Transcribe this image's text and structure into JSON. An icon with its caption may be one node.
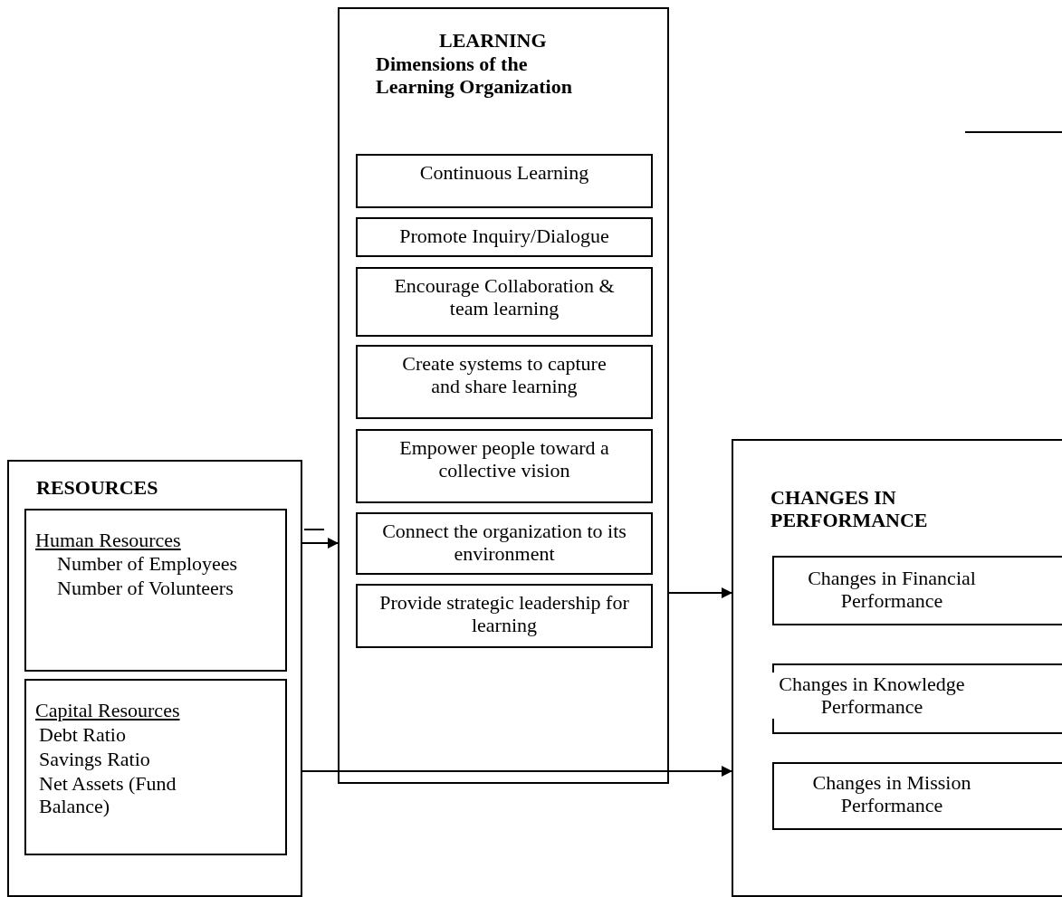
{
  "diagram": {
    "nodes": [
      {
        "text": [
          "RESOURCES"
        ]
      },
      {
        "text": [
          "Human Resources",
          "Number of Employees",
          "Number of Volunteers"
        ],
        "in": 0
      },
      {
        "text": [
          "Capital Resources",
          "Debt Ratio",
          "Savings Ratio",
          "Net Assets (Fund Balance)"
        ],
        "in": 0
      },
      {
        "text": [
          "LEARNING",
          "Dimensions of the Learning Organization"
        ]
      },
      {
        "text": [
          "Continuous Learning"
        ],
        "in": 3
      },
      {
        "text": [
          "Promote Inquiry/Dialogue"
        ],
        "in": 3
      },
      {
        "text": [
          "Encourage Collaboration & team learning"
        ],
        "in": 3
      },
      {
        "text": [
          "Create systems to capture and share learning"
        ],
        "in": 3
      },
      {
        "text": [
          "Empower people toward a collective vision"
        ],
        "in": 3
      },
      {
        "text": [
          "Connect the organization to its environment"
        ],
        "in": 3
      },
      {
        "text": [
          "Provide strategic leadership for learning"
        ],
        "in": 3
      },
      {
        "text": [
          "CHANGES IN PERFORMANCE"
        ]
      },
      {
        "text": [
          "Changes in Financial Performance"
        ],
        "in": 11
      },
      {
        "text": [
          "Changes in Knowledge Performance"
        ],
        "in": 11
      },
      {
        "text": [
          "Changes in Mission Performance"
        ],
        "in": 11
      }
    ],
    "edges": [
      {
        "from": 0,
        "to": 3,
        "arrow": "to"
      },
      {
        "from": 3,
        "to": 11,
        "arrow": "to"
      },
      {
        "from": 0,
        "to": 11,
        "arrow": "to"
      }
    ]
  }
}
